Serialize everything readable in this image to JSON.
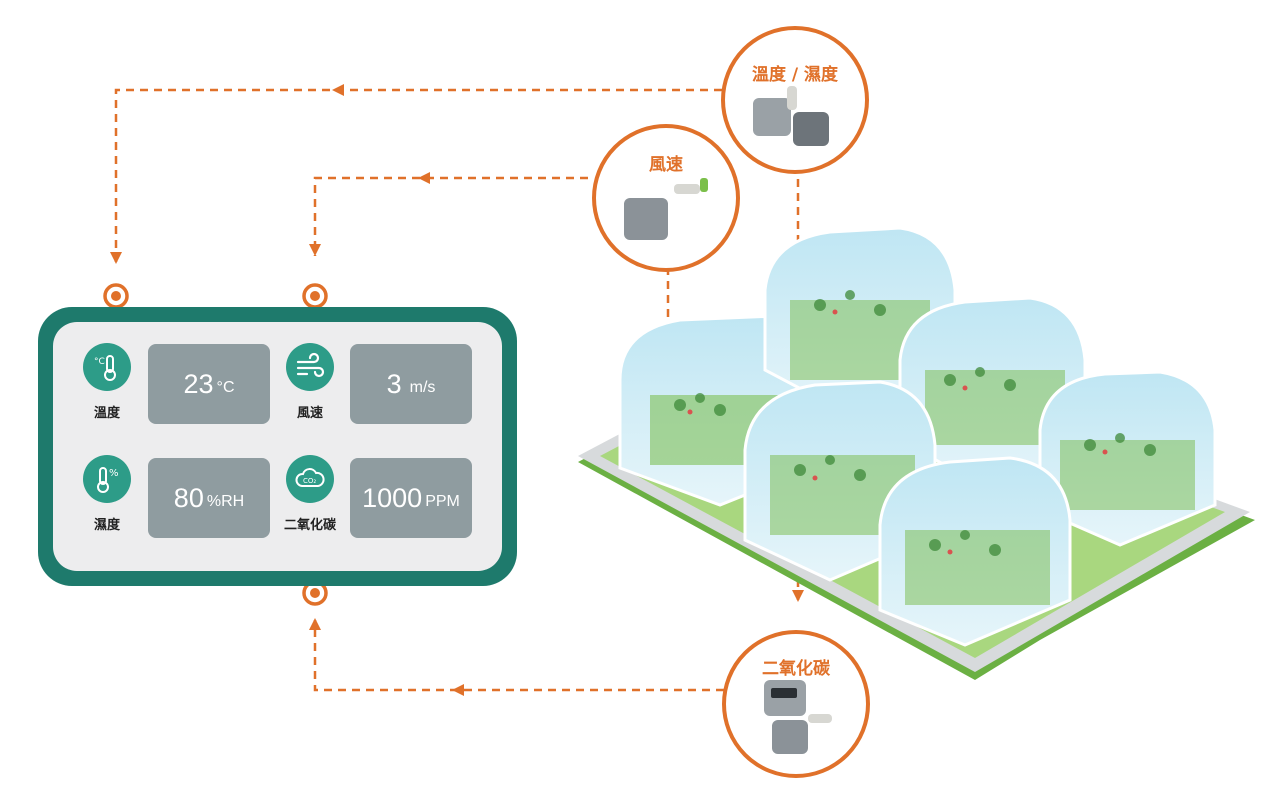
{
  "panel": {
    "readings": [
      {
        "label": "溫度",
        "value": "23",
        "unit": "°C",
        "icon": "thermometer-celsius-icon"
      },
      {
        "label": "風速",
        "value": "3",
        "unit": "m/s",
        "icon": "wind-icon"
      },
      {
        "label": "濕度",
        "value": "80",
        "unit": "%RH",
        "icon": "thermometer-humidity-icon"
      },
      {
        "label": "二氧化碳",
        "value": "1000",
        "unit": "PPM",
        "icon": "co2-cloud-icon"
      }
    ]
  },
  "sensors": [
    {
      "title": "溫度 / 濕度",
      "icon": "temp-humidity-sensor-icon"
    },
    {
      "title": "風速",
      "icon": "air-velocity-sensor-icon"
    },
    {
      "title": "二氧化碳",
      "icon": "co2-sensor-icon"
    }
  ],
  "colors": {
    "accent": "#e0712a",
    "panel_border": "#1e7a6c",
    "icon_bg": "#2d9c88",
    "value_box": "#8f9ca0",
    "grass": "#6bb043"
  }
}
